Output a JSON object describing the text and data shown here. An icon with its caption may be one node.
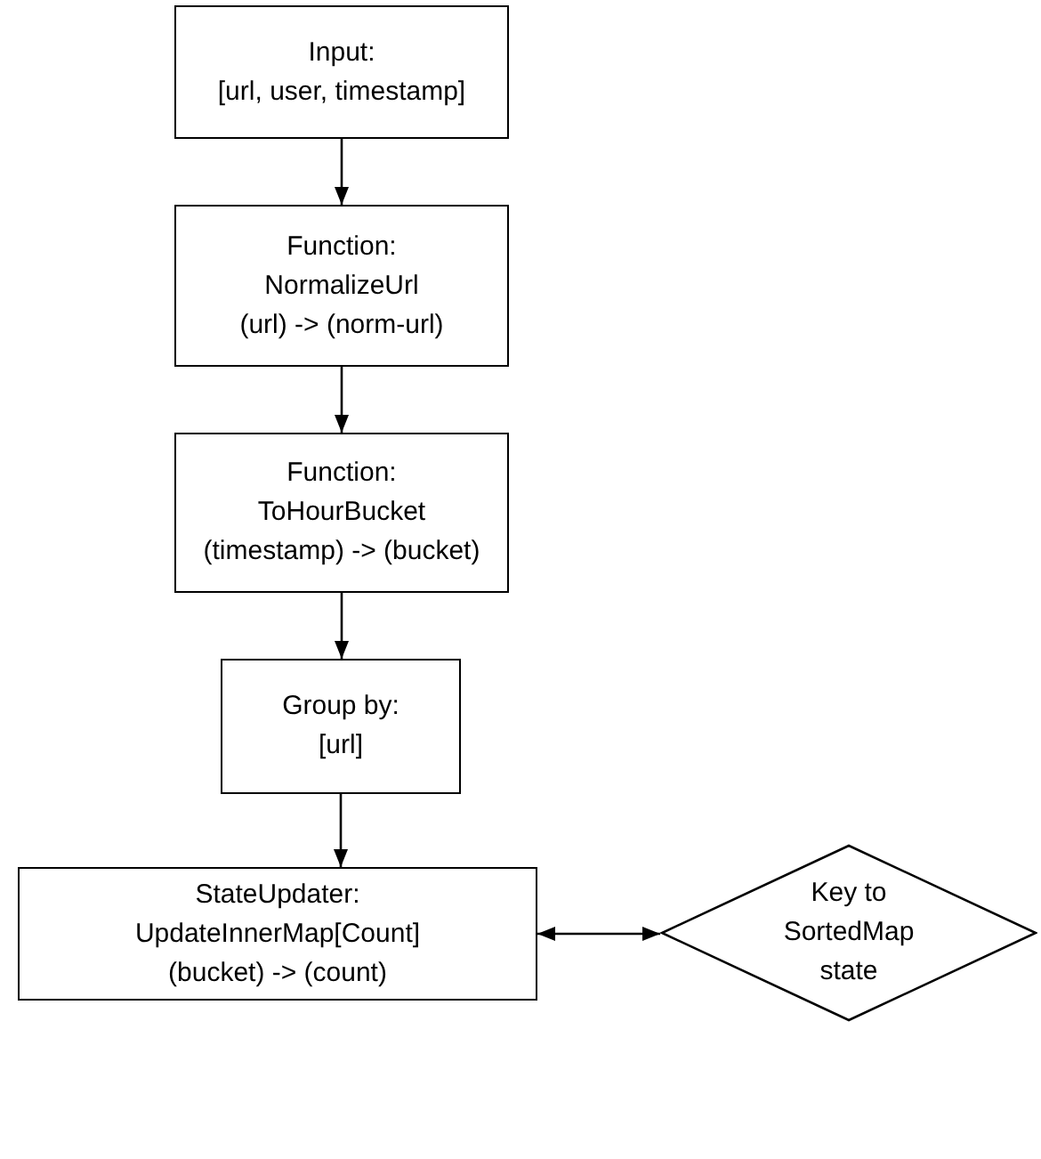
{
  "diagram": {
    "nodes": [
      {
        "text": [
          "Input:",
          "[url, user, timestamp]"
        ]
      },
      {
        "text": [
          "Function:",
          "NormalizeUrl",
          "(url) -> (norm-url)"
        ]
      },
      {
        "text": [
          "Function:",
          "ToHourBucket",
          "(timestamp) -> (bucket)"
        ]
      },
      {
        "text": [
          "Group by:",
          "[url]"
        ]
      },
      {
        "text": [
          "StateUpdater:",
          "UpdateInnerMap[Count]",
          "(bucket) -> (count)"
        ]
      },
      {
        "text": [
          "Key to SortedMap state"
        ]
      }
    ],
    "edges": [
      {
        "from": 0,
        "to": 1,
        "arrow": "to"
      },
      {
        "from": 1,
        "to": 2,
        "arrow": "to"
      },
      {
        "from": 2,
        "to": 3,
        "arrow": "to"
      },
      {
        "from": 3,
        "to": 4,
        "arrow": "to"
      },
      {
        "from": 4,
        "to": 5,
        "arrow": "both"
      }
    ]
  }
}
